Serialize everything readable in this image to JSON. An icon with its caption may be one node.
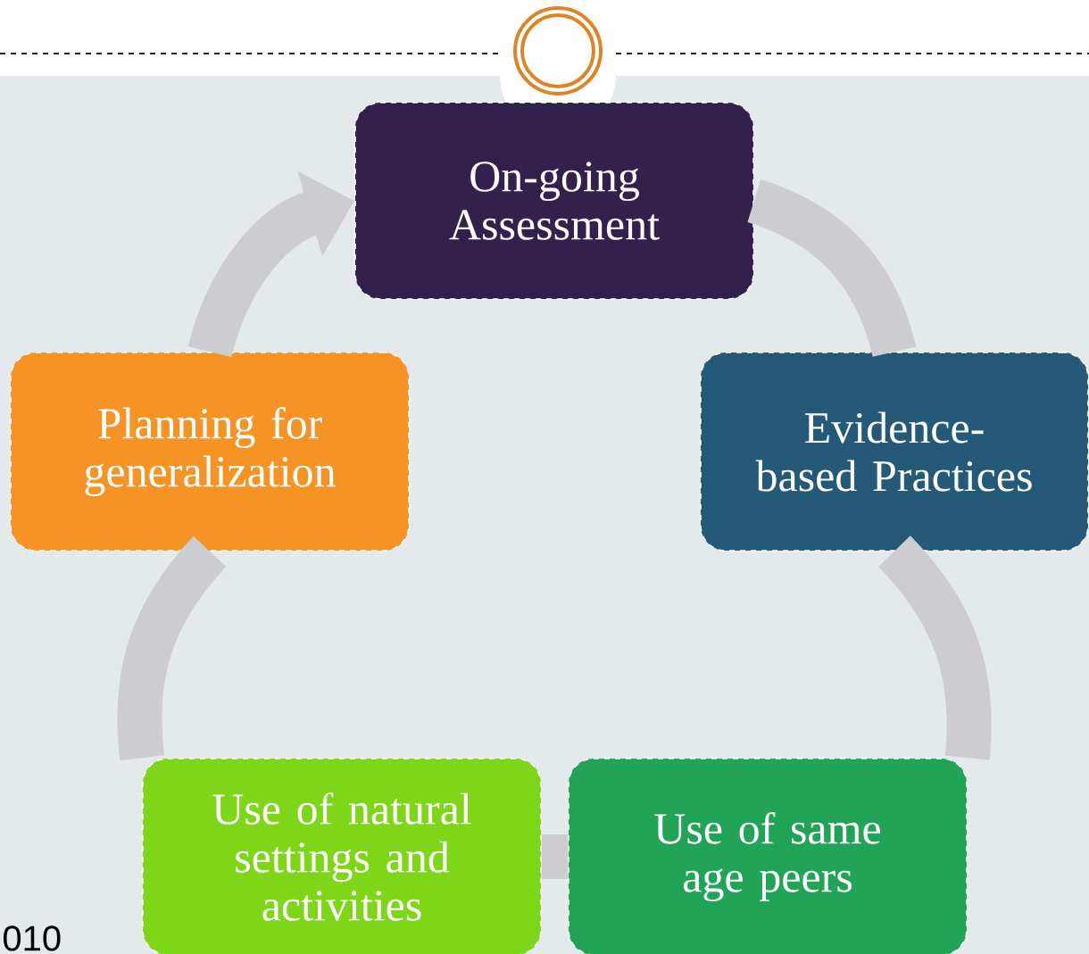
{
  "diagram": {
    "nodes": [
      {
        "text": [
          "On-going Assessment"
        ]
      },
      {
        "text": [
          "Evidence-based Practices"
        ]
      },
      {
        "text": [
          "Use of same age peers"
        ]
      },
      {
        "text": [
          "Use of natural settings and activities"
        ]
      },
      {
        "text": [
          "Planning for generalization"
        ]
      }
    ],
    "edges": [
      {
        "from": 0,
        "to": 1,
        "arrow": "none"
      },
      {
        "from": 1,
        "to": 2,
        "arrow": "none"
      },
      {
        "from": 2,
        "to": 3,
        "arrow": "none"
      },
      {
        "from": 3,
        "to": 4,
        "arrow": "none"
      },
      {
        "from": 4,
        "to": 0,
        "arrow": "to"
      }
    ],
    "labels": [
      "010"
    ]
  }
}
